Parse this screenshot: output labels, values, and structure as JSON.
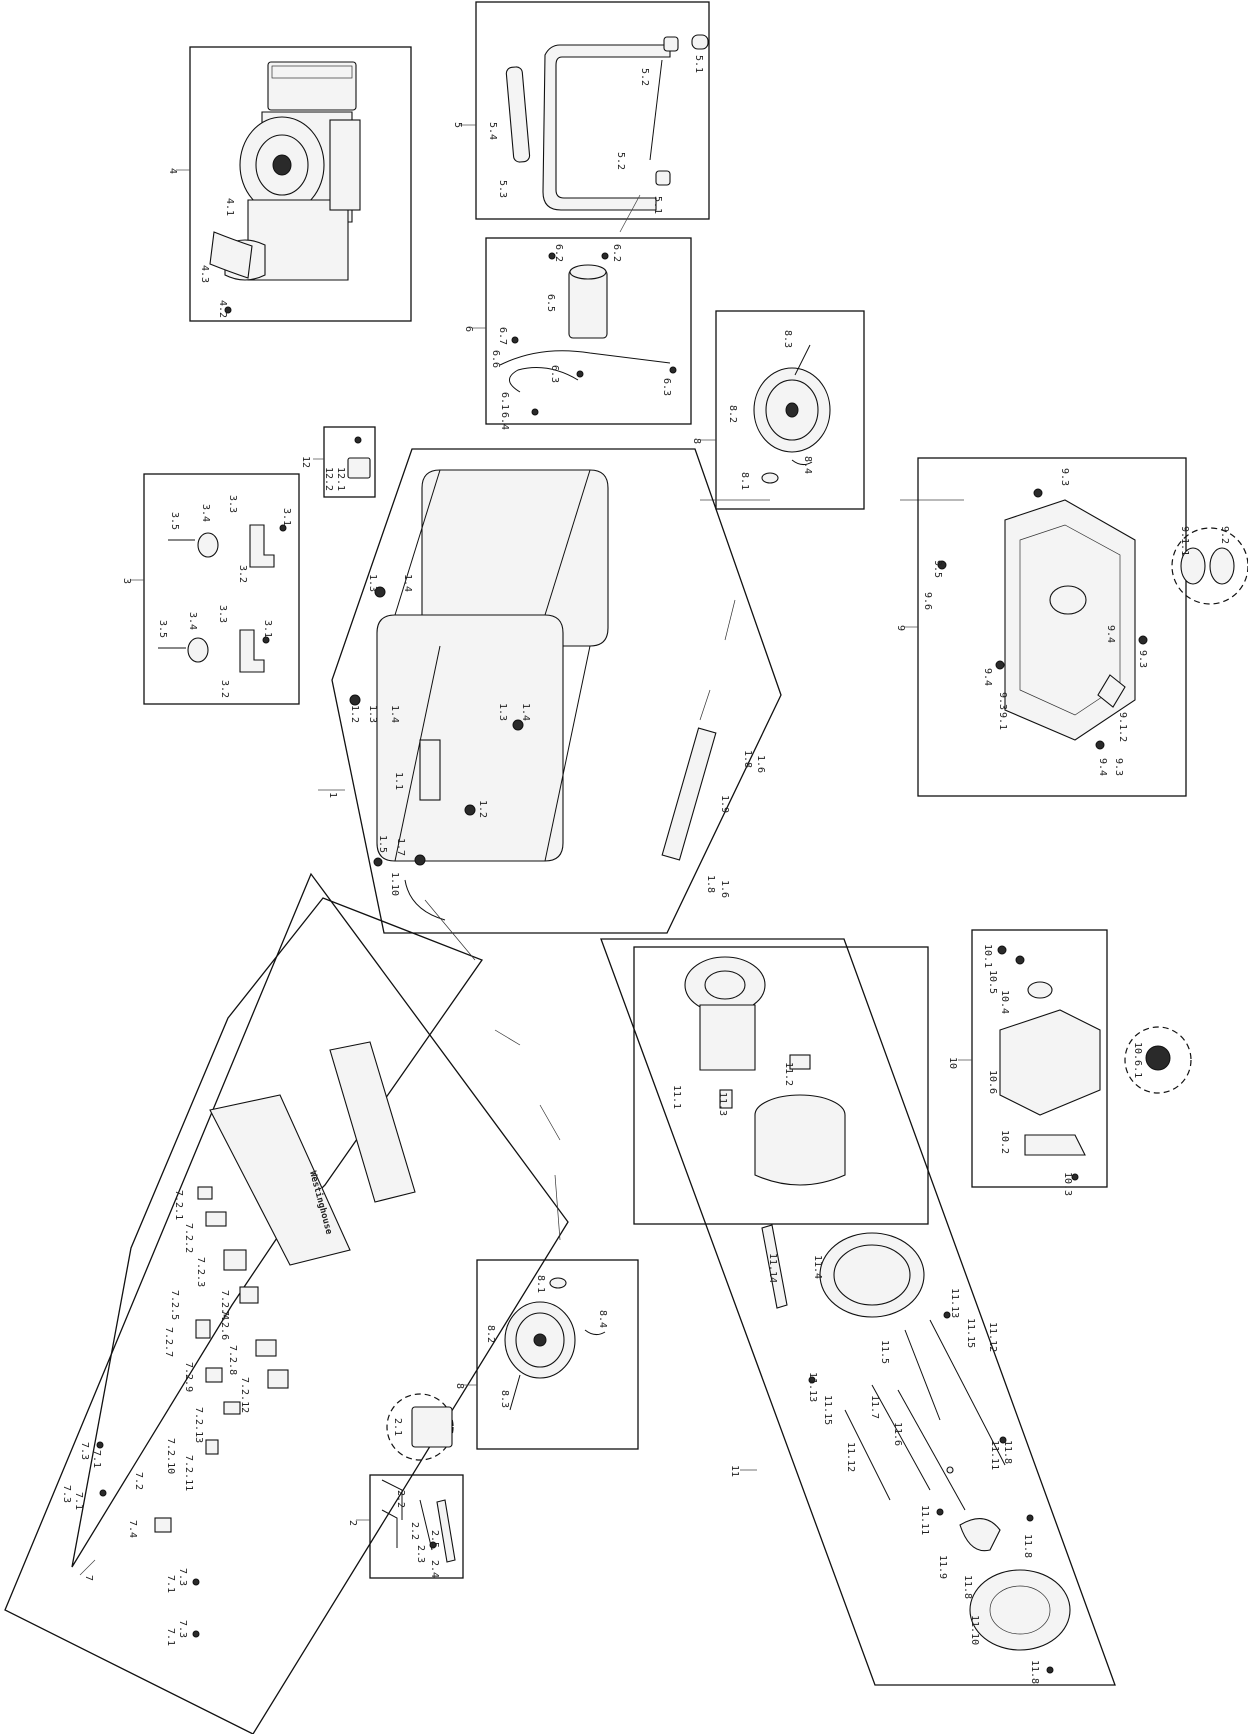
{
  "diagram": {
    "groups": [
      {
        "id": "1",
        "labels": [
          "1.1",
          "1.2",
          "1.3",
          "1.4",
          "1.5",
          "1.6",
          "1.7",
          "1.8",
          "1.9",
          "1.10"
        ]
      },
      {
        "id": "2",
        "labels": [
          "2.1",
          "2.2",
          "2.3",
          "2.4",
          "2.5"
        ]
      },
      {
        "id": "3",
        "labels": [
          "3.1",
          "3.2",
          "3.3",
          "3.4",
          "3.5"
        ]
      },
      {
        "id": "4",
        "labels": [
          "4.1",
          "4.2",
          "4.3"
        ]
      },
      {
        "id": "5",
        "labels": [
          "5.1",
          "5.2",
          "5.3",
          "5.4"
        ]
      },
      {
        "id": "6",
        "labels": [
          "6.1",
          "6.2",
          "6.3",
          "6.4",
          "6.5",
          "6.6",
          "6.7"
        ]
      },
      {
        "id": "7",
        "labels": [
          "7.1",
          "7.2",
          "7.3",
          "7.4",
          "7.2.1",
          "7.2.2",
          "7.2.3",
          "7.2.4",
          "7.2.5",
          "7.2.6",
          "7.2.7",
          "7.2.8",
          "7.2.9",
          "7.2.10",
          "7.2.11",
          "7.2.12",
          "7.2.13"
        ]
      },
      {
        "id": "8",
        "labels": [
          "8.1",
          "8.2",
          "8.3",
          "8.4"
        ]
      },
      {
        "id": "9",
        "labels": [
          "9.1",
          "9.2",
          "9.3",
          "9.4",
          "9.5",
          "9.6",
          "9.1.1",
          "9.1.2"
        ]
      },
      {
        "id": "10",
        "labels": [
          "10.1",
          "10.2",
          "10.3",
          "10.4",
          "10.5",
          "10.6",
          "10.6.1"
        ]
      },
      {
        "id": "11",
        "labels": [
          "11.1",
          "11.2",
          "11.3",
          "11.4",
          "11.5",
          "11.6",
          "11.7",
          "11.8",
          "11.9",
          "11.10",
          "11.11",
          "11.12",
          "11.13",
          "11.14",
          "11.15"
        ]
      },
      {
        "id": "12",
        "labels": [
          "12.1",
          "12.2"
        ]
      }
    ],
    "callouts": {
      "g1": "1",
      "g2": "2",
      "g3": "3",
      "g4": "4",
      "g5": "5",
      "g6": "6",
      "g7": "7",
      "g8a": "8",
      "g8b": "8",
      "g9": "9",
      "g10": "10",
      "g11": "11",
      "g12": "12",
      "c4_1": "4.1",
      "c4_2": "4.2",
      "c4_3": "4.3",
      "c5_1a": "5.1",
      "c5_2a": "5.2",
      "c5_2b": "5.2",
      "c5_1b": "5.1",
      "c5_3": "5.3",
      "c5_4": "5.4",
      "c6_2a": "6.2",
      "c6_2b": "6.2",
      "c6_5": "6.5",
      "c6_7": "6.7",
      "c6_6": "6.6",
      "c6_3a": "6.3",
      "c6_3b": "6.3",
      "c6_1": "6.1",
      "c6_4": "6.4",
      "c8_3a": "8.3",
      "c8_2a": "8.2",
      "c8_1a": "8.1",
      "c8_4a": "8.4",
      "c12_1": "12.1",
      "c12_2": "12.2",
      "c3_1a": "3.1",
      "c3_2a": "3.2",
      "c3_3a": "3.3",
      "c3_4a": "3.4",
      "c3_5a": "3.5",
      "c3_1b": "3.1",
      "c3_2b": "3.2",
      "c3_3b": "3.3",
      "c3_4b": "3.4",
      "c3_5b": "3.5",
      "c9_3a": "9.3",
      "c9_2": "9.2",
      "c9_1_1": "9.1.1",
      "c9_5": "9.5",
      "c9_6": "9.6",
      "c9_4a": "9.4",
      "c9_3b": "9.3",
      "c9_1": "9.1",
      "c9_4b": "9.4",
      "c9_3c": "9.3",
      "c9_1_2": "9.1.2",
      "c9_4c": "9.4",
      "c9_3d": "9.3",
      "c1_1": "1.1",
      "c1_2a": "1.2",
      "c1_3a": "1.3",
      "c1_4a": "1.4",
      "c1_2b": "1.2",
      "c1_3b": "1.3",
      "c1_4b": "1.4",
      "c1_5": "1.5",
      "c1_6a": "1.6",
      "c1_7": "1.7",
      "c1_8a": "1.8",
      "c1_9": "1.9",
      "c1_10": "1.10",
      "c1_6b": "1.6",
      "c1_8b": "1.8",
      "c1_4c": "1.4",
      "c1_3c": "1.3",
      "c10_1": "10.1",
      "c10_5": "10.5",
      "c10_4": "10.4",
      "c10_6": "10.6",
      "c10_2": "10.2",
      "c10_3": "10.3",
      "c10_6_1": "10.6.1",
      "c11_1": "11.1",
      "c11_2": "11.2",
      "c11_3": "11.3",
      "c11_4": "11.4",
      "c11_14": "11.14",
      "c11_13a": "11.13",
      "c11_15a": "11.15",
      "c11_12a": "11.12",
      "c11_5": "11.5",
      "c11_13b": "11.13",
      "c11_15b": "11.15",
      "c11_7": "11.7",
      "c11_6": "11.6",
      "c11_12b": "11.12",
      "c11_11a": "11.11",
      "c11_8a": "11.8",
      "c11_11b": "11.11",
      "c11_8b": "11.8",
      "c11_9": "11.9",
      "c11_8c": "11.8",
      "c11_10": "11.10",
      "c11_8d": "11.8",
      "c7_2_1": "7.2.1",
      "c7_2_2": "7.2.2",
      "c7_2_3": "7.2.3",
      "c7_2_5": "7.2.5",
      "c7_2_4": "7.2.4",
      "c7_2_6": "7.2.6",
      "c7_2_7": "7.2.7",
      "c7_2_8": "7.2.8",
      "c7_2_9": "7.2.9",
      "c7_2_12": "7.2.12",
      "c7_2_13": "7.2.13",
      "c7_2_10": "7.2.10",
      "c7_2_11": "7.2.11",
      "c7_3a": "7.3",
      "c7_1a": "7.1",
      "c7_3b": "7.3",
      "c7_1b": "7.1",
      "c7_2": "7.2",
      "c7_4": "7.4",
      "c7_3c": "7.3",
      "c7_1c": "7.1",
      "c7_3d": "7.3",
      "c7_1d": "7.1",
      "c2_1": "2.1",
      "c2_2a": "2.2",
      "c2_2b": "2.2",
      "c2_3": "2.3",
      "c2_4": "2.4",
      "c2_5": "2.5",
      "c8_1b": "8.1",
      "c8_2b": "8.2",
      "c8_3b": "8.3",
      "c8_4b": "8.4"
    },
    "brand": "Westinghouse"
  }
}
